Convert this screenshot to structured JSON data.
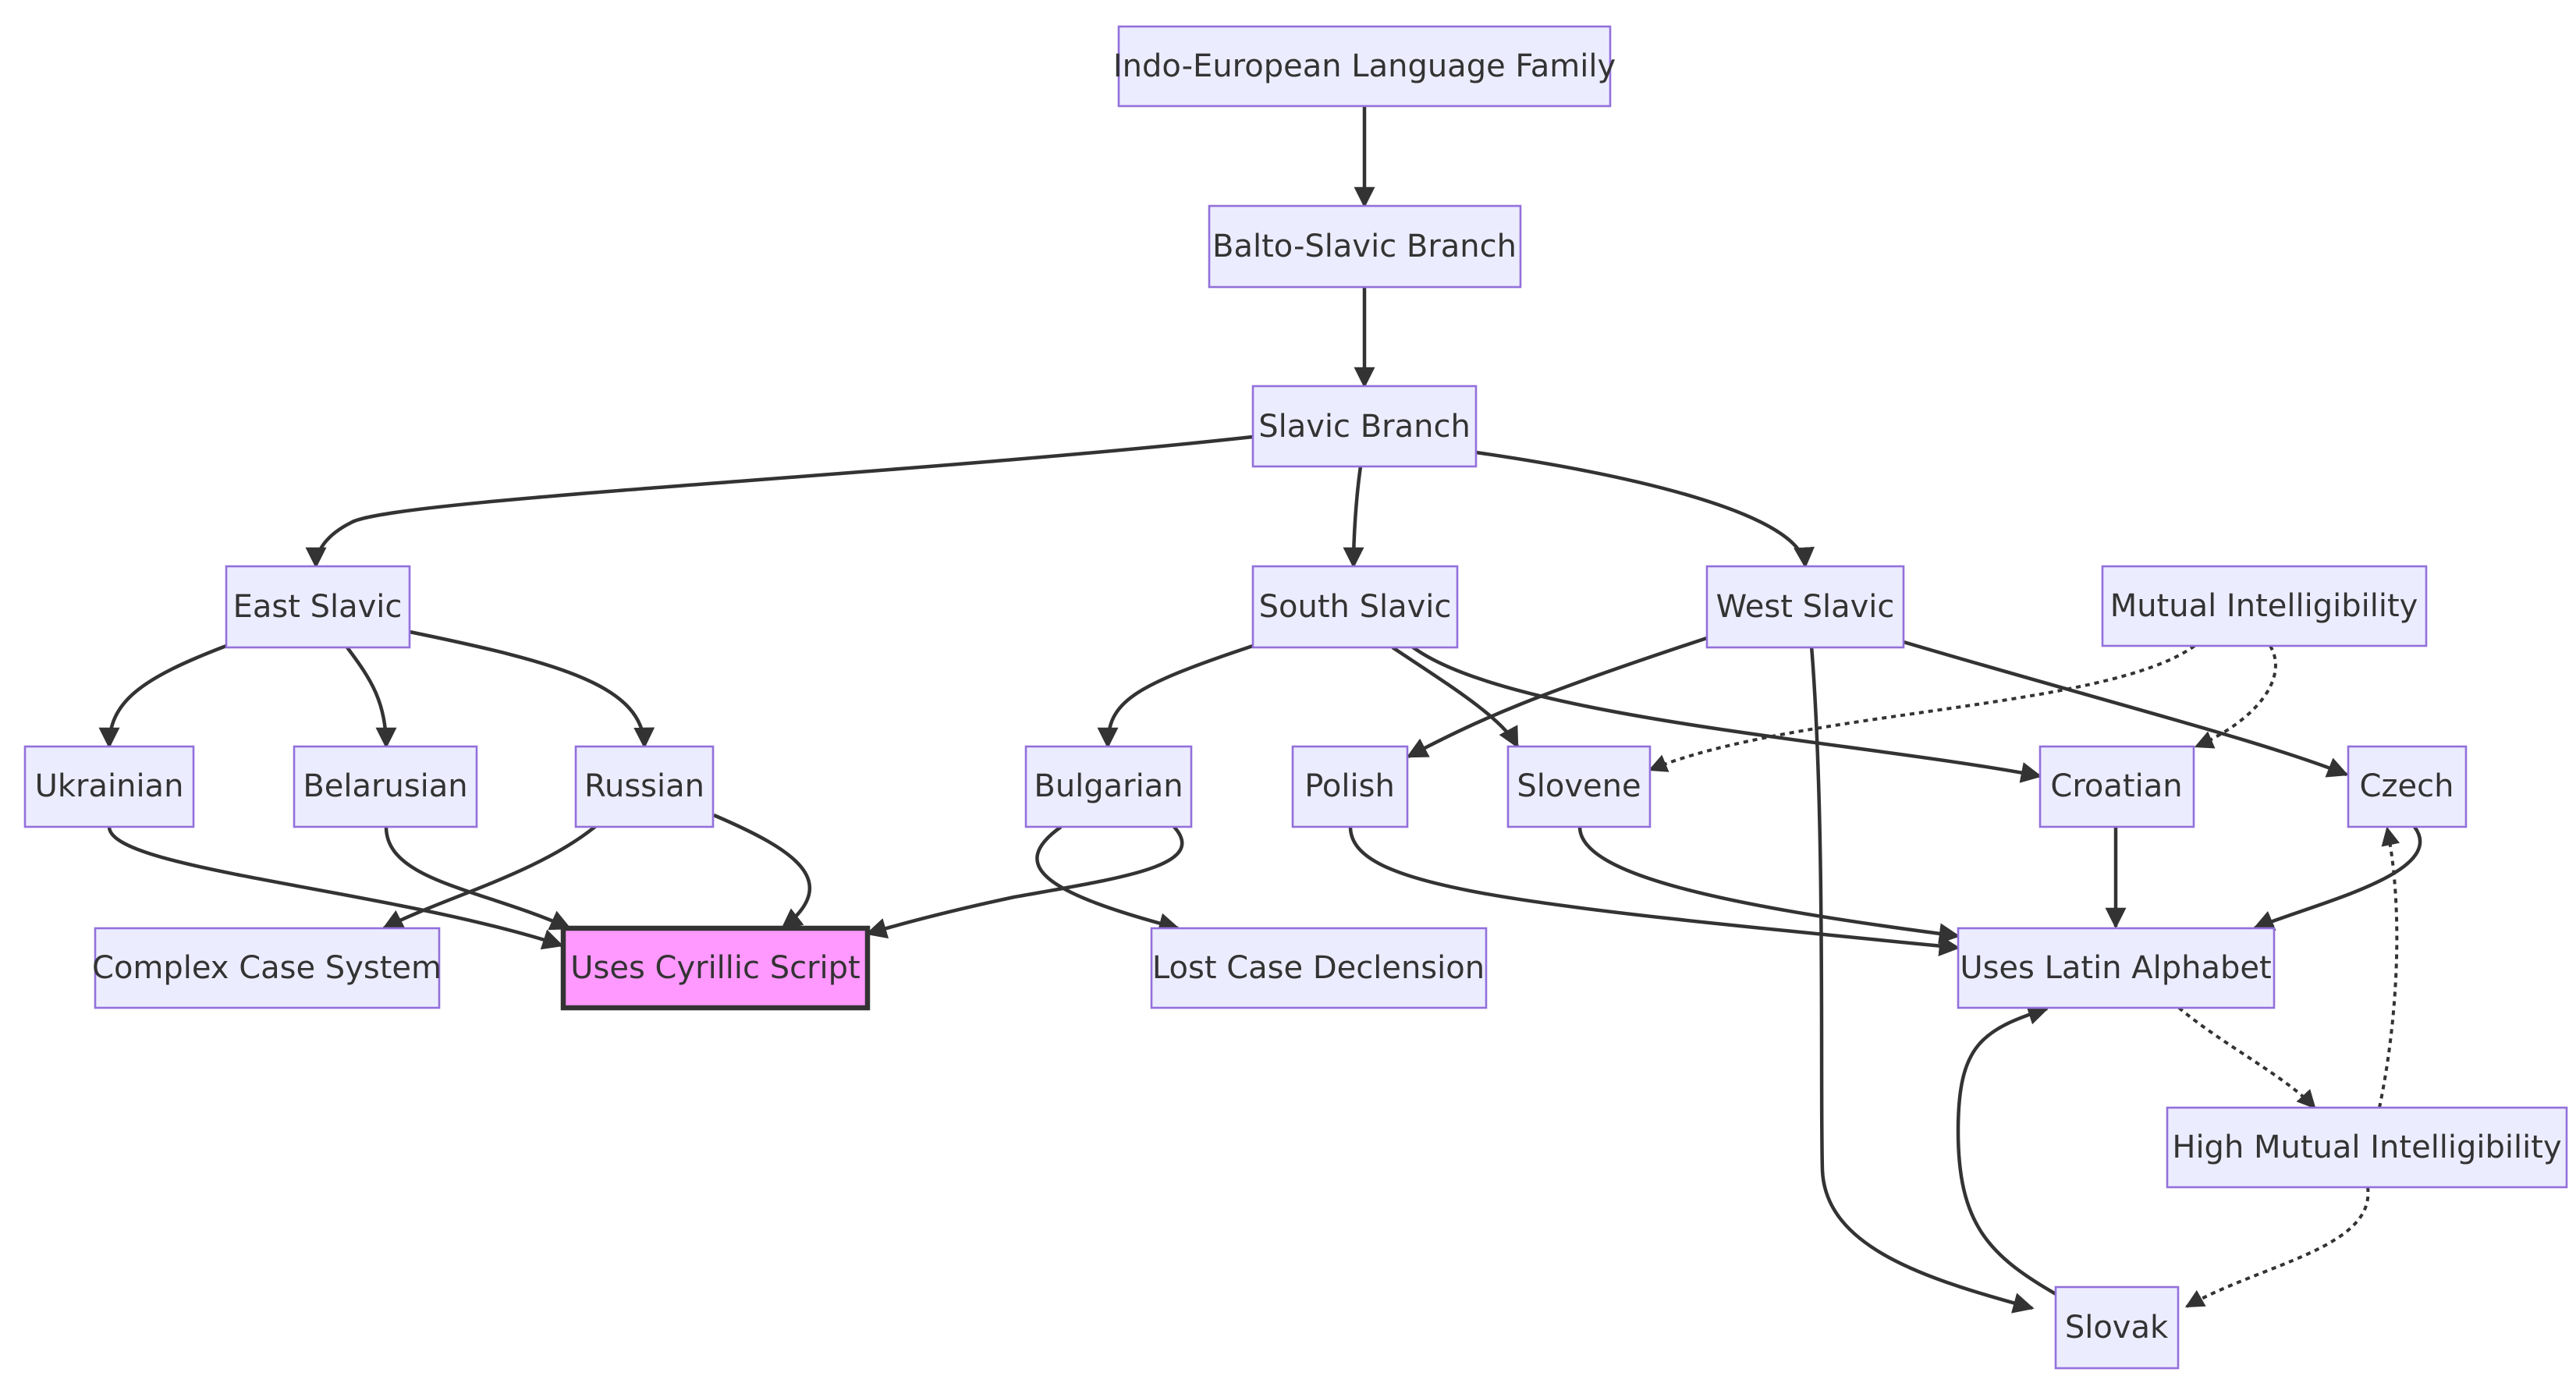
{
  "nodes": {
    "indo_european": "Indo-European Language Family",
    "balto_slavic": "Balto-Slavic Branch",
    "slavic": "Slavic Branch",
    "east_slavic": "East Slavic",
    "south_slavic": "South Slavic",
    "west_slavic": "West Slavic",
    "mutual_intelligibility": "Mutual Intelligibility",
    "ukrainian": "Ukrainian",
    "belarusian": "Belarusian",
    "russian": "Russian",
    "bulgarian": "Bulgarian",
    "polish": "Polish",
    "slovene": "Slovene",
    "croatian": "Croatian",
    "czech": "Czech",
    "complex_case": "Complex Case System",
    "cyrillic": "Uses Cyrillic Script",
    "lost_case": "Lost Case Declension",
    "latin": "Uses Latin Alphabet",
    "high_mutual": "High Mutual Intelligibility",
    "slovak": "Slovak"
  },
  "edges": [
    {
      "from": "indo_european",
      "to": "balto_slavic",
      "style": "solid"
    },
    {
      "from": "balto_slavic",
      "to": "slavic",
      "style": "solid"
    },
    {
      "from": "slavic",
      "to": "east_slavic",
      "style": "solid"
    },
    {
      "from": "slavic",
      "to": "south_slavic",
      "style": "solid"
    },
    {
      "from": "slavic",
      "to": "west_slavic",
      "style": "solid"
    },
    {
      "from": "east_slavic",
      "to": "ukrainian",
      "style": "solid"
    },
    {
      "from": "east_slavic",
      "to": "belarusian",
      "style": "solid"
    },
    {
      "from": "east_slavic",
      "to": "russian",
      "style": "solid"
    },
    {
      "from": "south_slavic",
      "to": "bulgarian",
      "style": "solid"
    },
    {
      "from": "south_slavic",
      "to": "slovene",
      "style": "solid"
    },
    {
      "from": "south_slavic",
      "to": "croatian",
      "style": "solid"
    },
    {
      "from": "west_slavic",
      "to": "polish",
      "style": "solid"
    },
    {
      "from": "west_slavic",
      "to": "czech",
      "style": "solid"
    },
    {
      "from": "west_slavic",
      "to": "slovak",
      "style": "solid"
    },
    {
      "from": "mutual_intelligibility",
      "to": "slovene",
      "style": "dotted"
    },
    {
      "from": "mutual_intelligibility",
      "to": "croatian",
      "style": "dotted"
    },
    {
      "from": "ukrainian",
      "to": "cyrillic",
      "style": "solid"
    },
    {
      "from": "belarusian",
      "to": "cyrillic",
      "style": "solid"
    },
    {
      "from": "russian",
      "to": "cyrillic",
      "style": "solid"
    },
    {
      "from": "russian",
      "to": "complex_case",
      "style": "solid"
    },
    {
      "from": "bulgarian",
      "to": "cyrillic",
      "style": "solid"
    },
    {
      "from": "bulgarian",
      "to": "lost_case",
      "style": "solid"
    },
    {
      "from": "polish",
      "to": "latin",
      "style": "solid"
    },
    {
      "from": "slovene",
      "to": "latin",
      "style": "solid"
    },
    {
      "from": "croatian",
      "to": "latin",
      "style": "solid"
    },
    {
      "from": "czech",
      "to": "latin",
      "style": "solid"
    },
    {
      "from": "slovak",
      "to": "latin",
      "style": "solid"
    },
    {
      "from": "latin",
      "to": "high_mutual",
      "style": "dotted"
    },
    {
      "from": "high_mutual",
      "to": "czech",
      "style": "dotted"
    },
    {
      "from": "high_mutual",
      "to": "slovak",
      "style": "dotted"
    }
  ],
  "colors": {
    "node_fill": "#ECECFF",
    "node_border": "#9370DB",
    "highlight_fill": "#FF99FF",
    "highlight_border": "#333333",
    "edge": "#333333",
    "text": "#333333"
  }
}
